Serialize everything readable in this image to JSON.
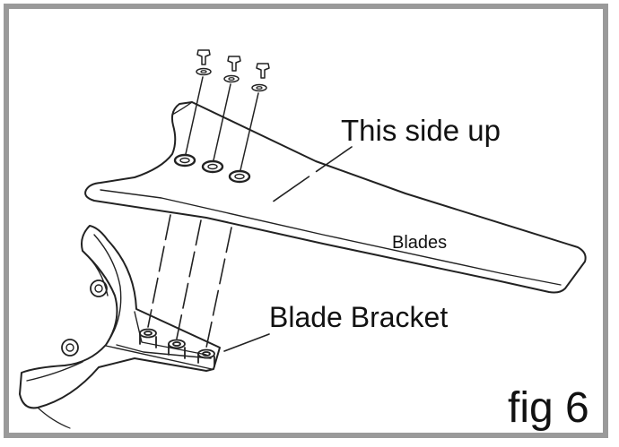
{
  "labels": {
    "side_up": "This side up",
    "blades": "Blades",
    "blade_bracket": "Blade Bracket",
    "figure": "fig 6"
  }
}
